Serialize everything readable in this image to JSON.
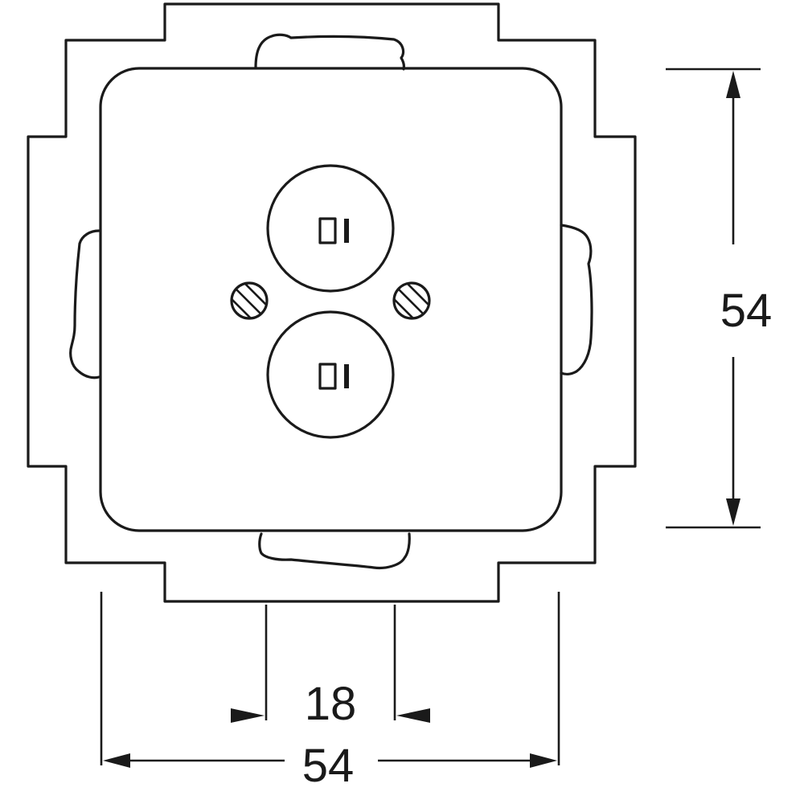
{
  "dimensions": {
    "height_label": "54",
    "width_label": "54",
    "socket_spacing_label": "18"
  },
  "socket_marking": "0I",
  "colors": {
    "line": "#1a1a1a",
    "background": "#ffffff"
  }
}
